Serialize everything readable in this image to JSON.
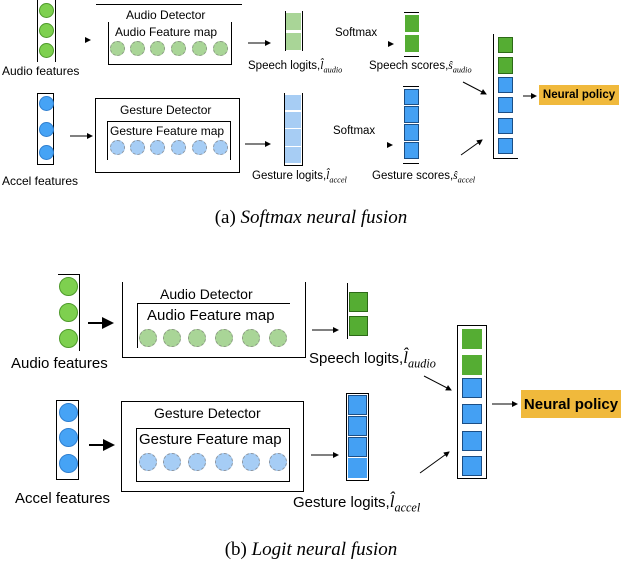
{
  "panel_a": {
    "audio_features": "Audio features",
    "accel_features": "Accel features",
    "audio_detector": "Audio Detector",
    "audio_feature_map": "Audio Feature map",
    "gesture_detector": "Gesture Detector",
    "gesture_feature_map": "Gesture Feature map",
    "softmax_top": "Softmax",
    "softmax_bottom": "Softmax",
    "speech_logits": "Speech logits,",
    "speech_logits_math": "l̂",
    "speech_logits_sub": "audio",
    "gesture_logits": "Gesture logits,",
    "gesture_logits_math": "l̂",
    "gesture_logits_sub": "accel",
    "speech_scores": "Speech scores,",
    "speech_scores_math": "ŝ",
    "speech_scores_sub": "audio",
    "gesture_scores": "Gesture scores,",
    "gesture_scores_math": "ŝ",
    "gesture_scores_sub": "accel",
    "neural_policy": "Neural policy",
    "caption_prefix": "(a) ",
    "caption_title": "Softmax neural fusion"
  },
  "panel_b": {
    "audio_features": "Audio features",
    "accel_features": "Accel features",
    "audio_detector": "Audio Detector",
    "audio_feature_map": "Audio Feature map",
    "gesture_detector": "Gesture Detector",
    "gesture_feature_map": "Gesture Feature map",
    "speech_logits": "Speech logits,",
    "speech_logits_math": "l̂",
    "speech_logits_sub": "audio",
    "gesture_logits": "Gesture logits,",
    "gesture_logits_math": "l̂",
    "gesture_logits_sub": "accel",
    "neural_policy": "Neural policy",
    "caption_prefix": "(b) ",
    "caption_title": "Logit neural fusion"
  },
  "colors": {
    "audio_green": "#7ed04f",
    "score_green": "#55ad33",
    "accel_blue": "#46a3f5",
    "policy_orange": "#f0b93c"
  }
}
